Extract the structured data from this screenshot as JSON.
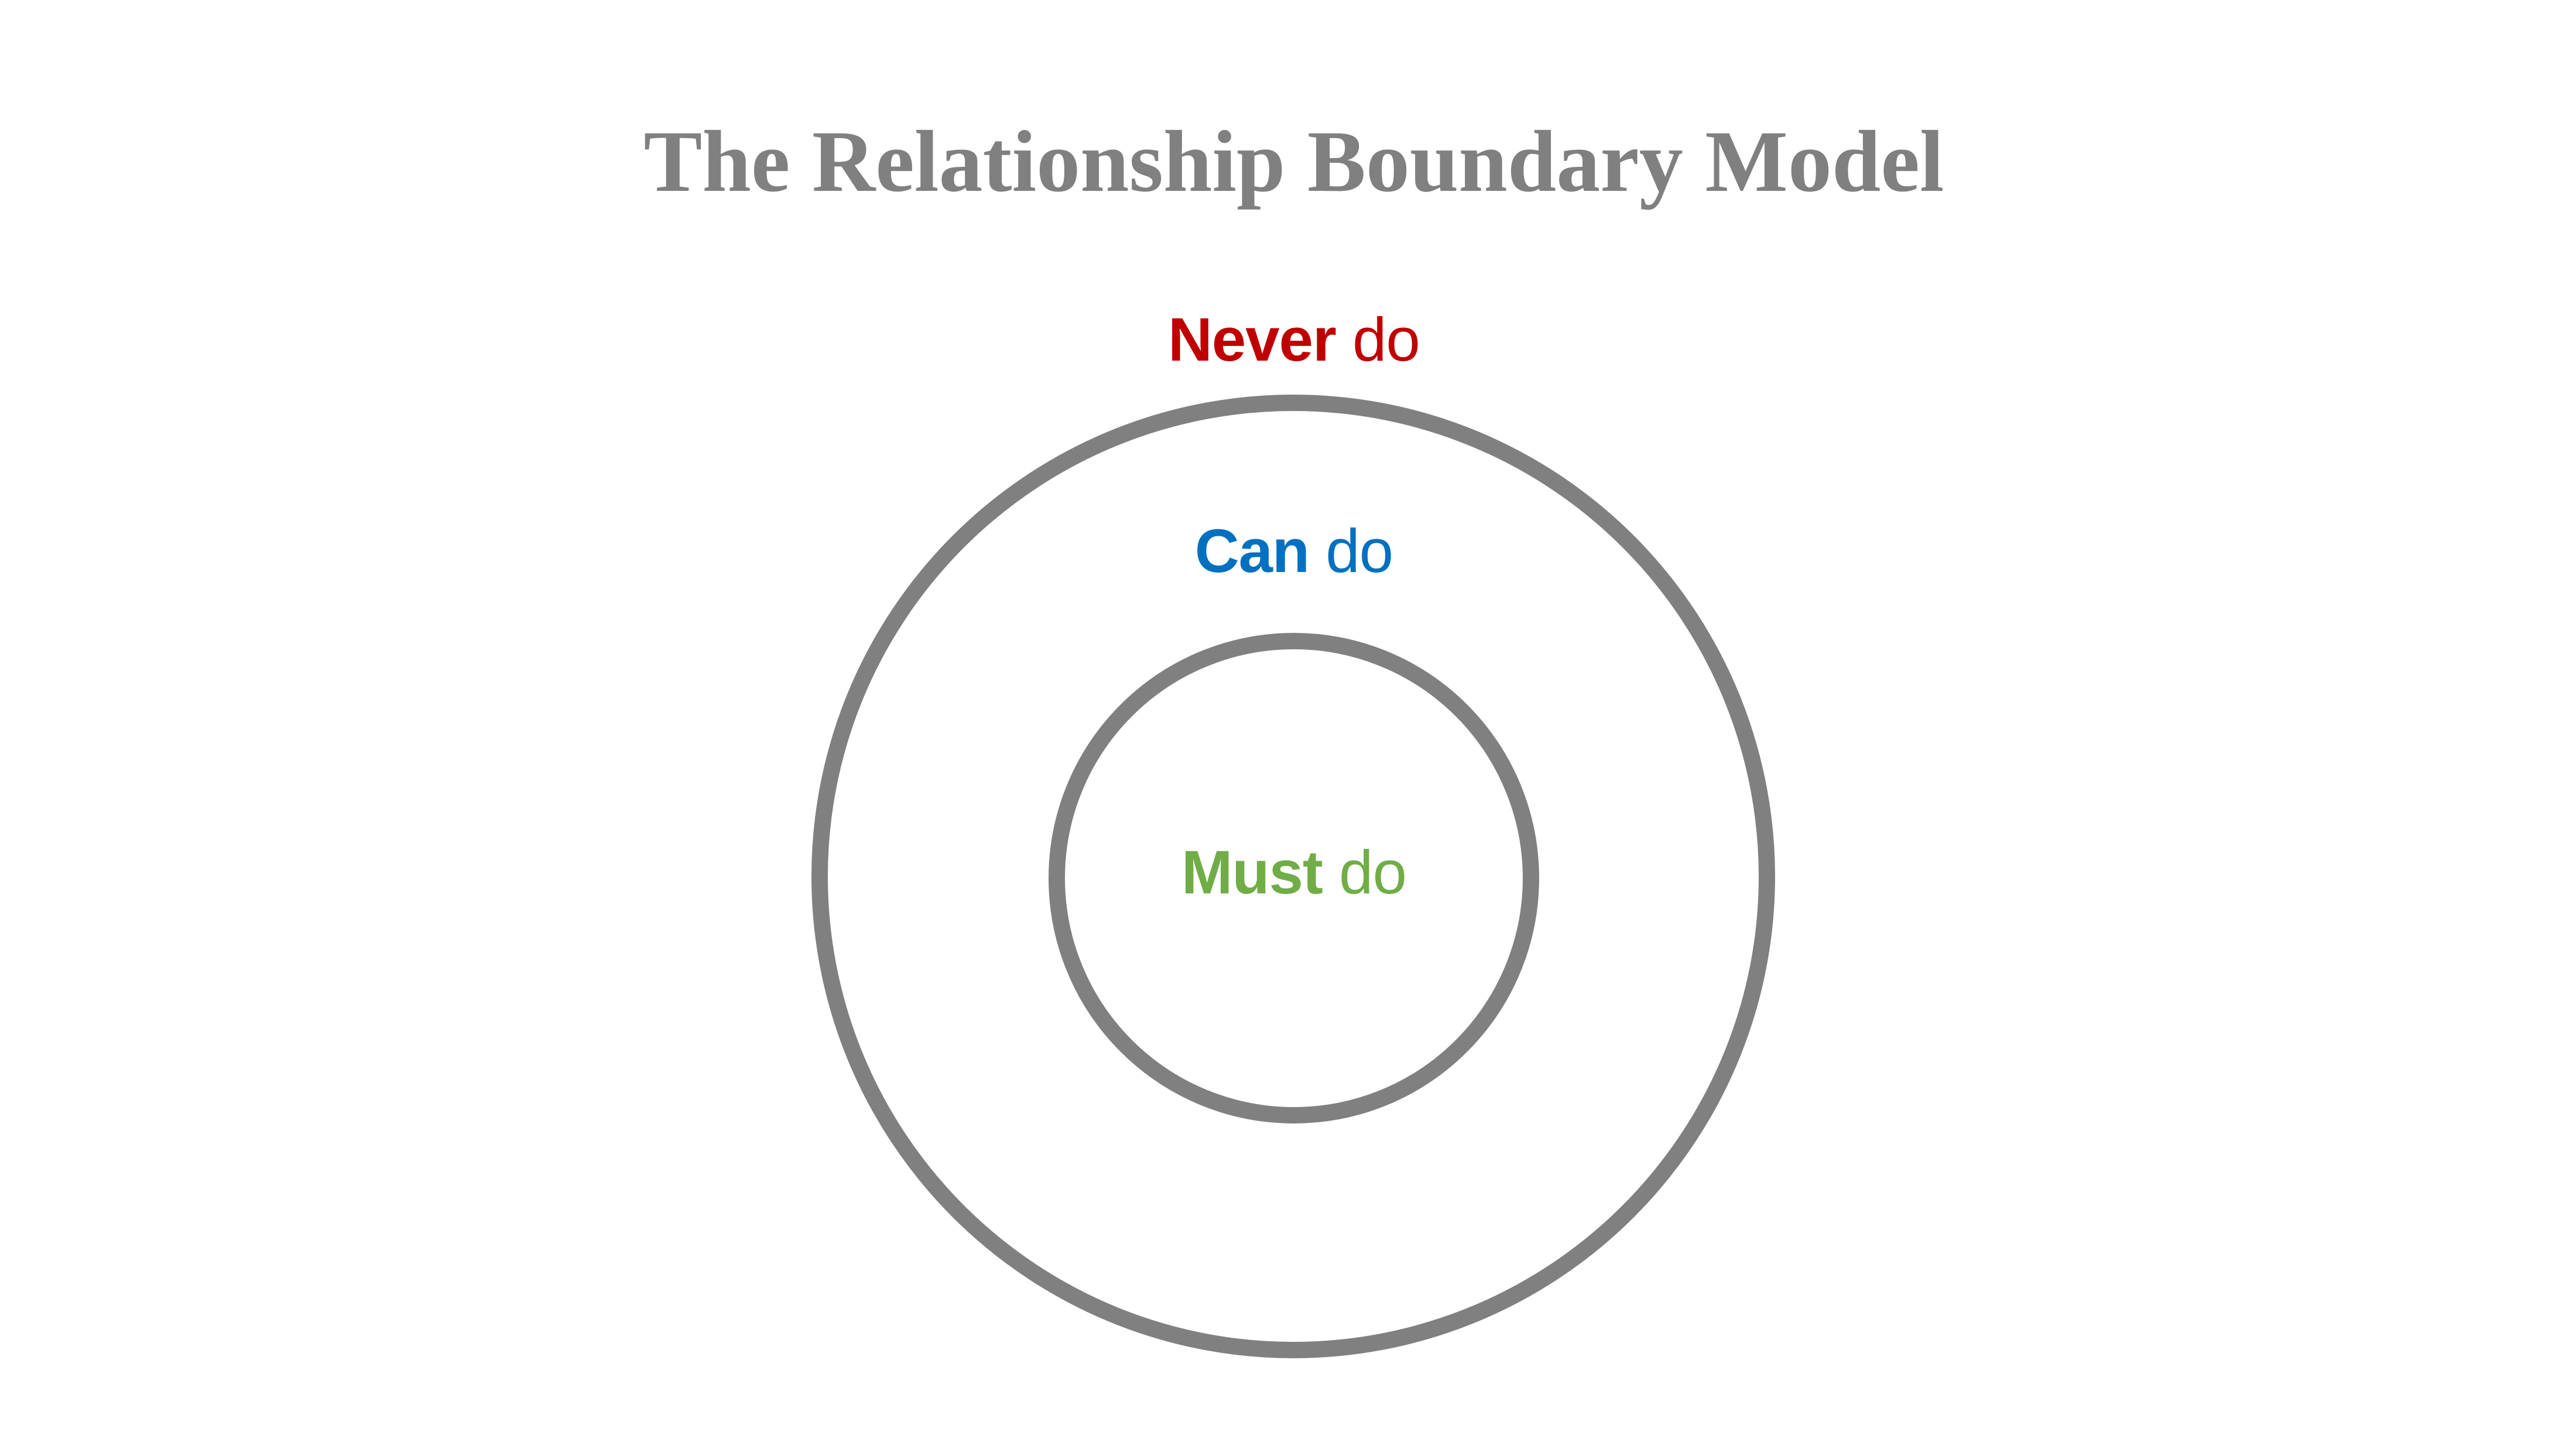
{
  "title": {
    "text": "The Relationship Boundary Model",
    "color": "#808080"
  },
  "diagram": {
    "type": "concentric-circles",
    "ring_color": "#808080",
    "zones": [
      {
        "id": "never",
        "bold": "Never",
        "rest": "do",
        "color": "#C00000",
        "position": "outside-top"
      },
      {
        "id": "can",
        "bold": "Can",
        "rest": "do",
        "color": "#0070C0",
        "position": "between-rings"
      },
      {
        "id": "must",
        "bold": "Must",
        "rest": "do",
        "color": "#70AD47",
        "position": "inner-circle"
      }
    ]
  }
}
